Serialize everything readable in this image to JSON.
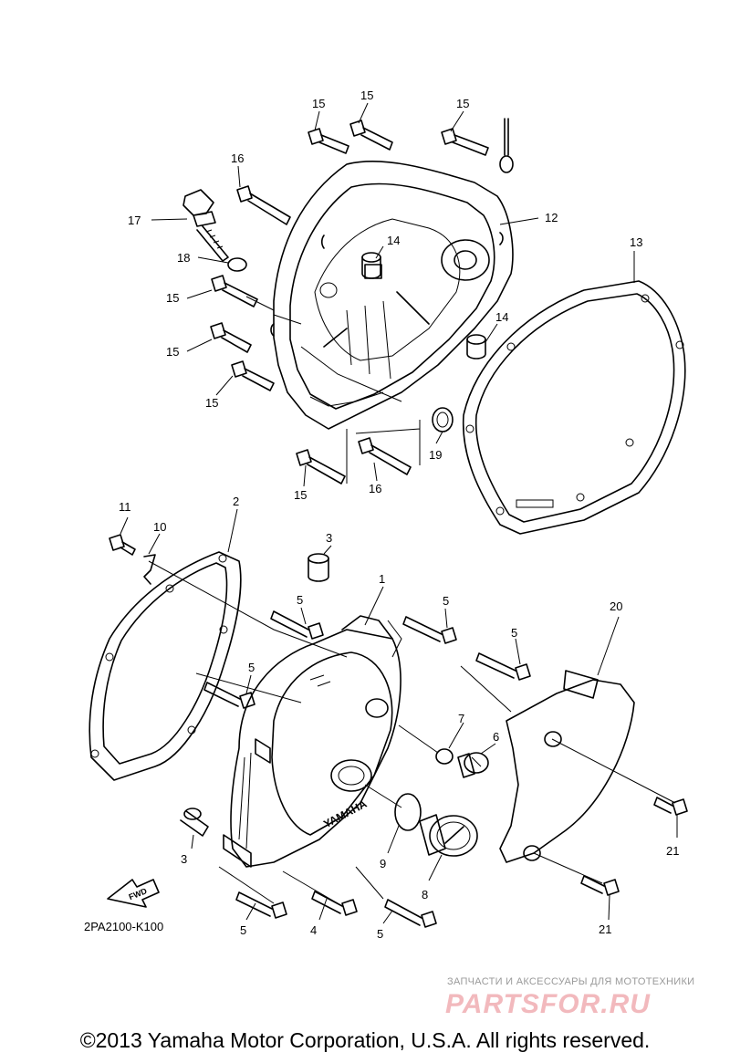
{
  "callouts": {
    "c1": "1",
    "c2": "2",
    "c3a": "3",
    "c3b": "3",
    "c4": "4",
    "c5a": "5",
    "c5b": "5",
    "c5c": "5",
    "c5d": "5",
    "c5e": "5",
    "c5f": "5",
    "c6": "6",
    "c7": "7",
    "c8": "8",
    "c9": "9",
    "c10": "10",
    "c11": "11",
    "c12": "12",
    "c13": "13",
    "c14a": "14",
    "c14b": "14",
    "c15a": "15",
    "c15b": "15",
    "c15c": "15",
    "c15d": "15",
    "c15e": "15",
    "c15f": "15",
    "c15g": "15",
    "c16a": "16",
    "c16b": "16",
    "c17": "17",
    "c18": "18",
    "c19": "19",
    "c20": "20",
    "c21a": "21",
    "c21b": "21"
  },
  "cover_brand": "YAMAHA",
  "fwd_label": "FWD",
  "diagram_code": "2PA2100-K100",
  "watermark": {
    "line": "ЗАПЧАСТИ И АКСЕССУАРЫ ДЛЯ МОТОТЕХНИКИ",
    "logo": "PARTSFOR.RU"
  },
  "copyright": "©2013 Yamaha Motor Corporation, U.S.A. All rights reserved."
}
